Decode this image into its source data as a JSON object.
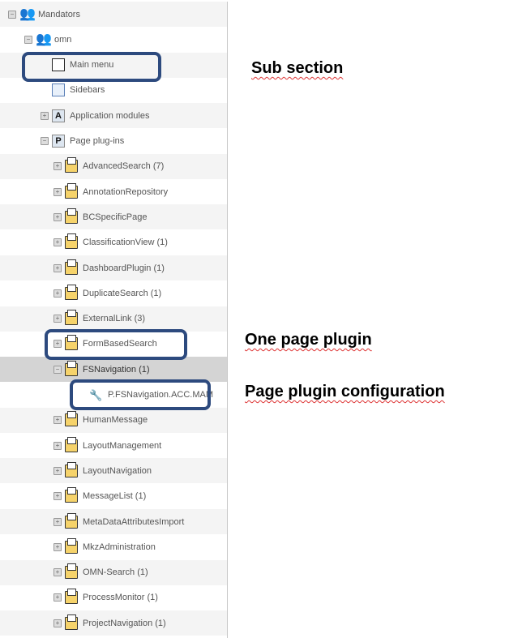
{
  "tree": [
    {
      "label": "Mandators",
      "level": 0,
      "toggle": "collapse",
      "icon": "mandators-icon"
    },
    {
      "label": "omn",
      "level": 1,
      "toggle": "collapse",
      "icon": "mandator-user-icon"
    },
    {
      "label": "Main menu",
      "level": 2,
      "toggle": "",
      "icon": "main-menu-icon"
    },
    {
      "label": "Sidebars",
      "level": 2,
      "toggle": "",
      "icon": "sidebars-icon"
    },
    {
      "label": "Application modules",
      "level": 2,
      "toggle": "expand",
      "icon": "application-modules-icon",
      "glyph": "A"
    },
    {
      "label": "Page plug-ins",
      "level": 2,
      "toggle": "collapse",
      "icon": "page-plugins-icon",
      "glyph": "P"
    },
    {
      "label": "AdvancedSearch (7)",
      "level": 3,
      "toggle": "expand",
      "icon": "plugin-folder-icon"
    },
    {
      "label": "AnnotationRepository",
      "level": 3,
      "toggle": "expand",
      "icon": "plugin-folder-icon"
    },
    {
      "label": "BCSpecificPage",
      "level": 3,
      "toggle": "expand",
      "icon": "plugin-folder-icon"
    },
    {
      "label": "ClassificationView (1)",
      "level": 3,
      "toggle": "expand",
      "icon": "plugin-folder-icon"
    },
    {
      "label": "DashboardPlugin (1)",
      "level": 3,
      "toggle": "expand",
      "icon": "plugin-folder-icon"
    },
    {
      "label": "DuplicateSearch (1)",
      "level": 3,
      "toggle": "expand",
      "icon": "plugin-folder-icon"
    },
    {
      "label": "ExternalLink (3)",
      "level": 3,
      "toggle": "expand",
      "icon": "plugin-folder-icon"
    },
    {
      "label": "FormBasedSearch",
      "level": 3,
      "toggle": "expand",
      "icon": "plugin-folder-icon"
    },
    {
      "label": "FSNavigation (1)",
      "level": 3,
      "toggle": "collapse",
      "icon": "plugin-folder-icon",
      "selected": true
    },
    {
      "label": "P.FSNavigation.ACC.MAM",
      "level": 4,
      "toggle": "",
      "icon": "wrench-icon"
    },
    {
      "label": "HumanMessage",
      "level": 3,
      "toggle": "expand",
      "icon": "plugin-folder-icon"
    },
    {
      "label": "LayoutManagement",
      "level": 3,
      "toggle": "expand",
      "icon": "plugin-folder-icon"
    },
    {
      "label": "LayoutNavigation",
      "level": 3,
      "toggle": "expand",
      "icon": "plugin-folder-icon"
    },
    {
      "label": "MessageList (1)",
      "level": 3,
      "toggle": "expand",
      "icon": "plugin-folder-icon"
    },
    {
      "label": "MetaDataAttributesImport",
      "level": 3,
      "toggle": "expand",
      "icon": "plugin-folder-icon"
    },
    {
      "label": "MkzAdministration",
      "level": 3,
      "toggle": "expand",
      "icon": "plugin-folder-icon"
    },
    {
      "label": "OMN-Search (1)",
      "level": 3,
      "toggle": "expand",
      "icon": "plugin-folder-icon"
    },
    {
      "label": "ProcessMonitor (1)",
      "level": 3,
      "toggle": "expand",
      "icon": "plugin-folder-icon"
    },
    {
      "label": "ProjectNavigation (1)",
      "level": 3,
      "toggle": "expand",
      "icon": "plugin-folder-icon"
    }
  ],
  "annotations": {
    "sub_section": "Sub section",
    "one_page_plugin": "One page plugin",
    "plugin_configuration": "Page plugin configuration"
  },
  "colors": {
    "highlight_border": "#2d4a7e",
    "selected_row": "#d4d4d4"
  }
}
